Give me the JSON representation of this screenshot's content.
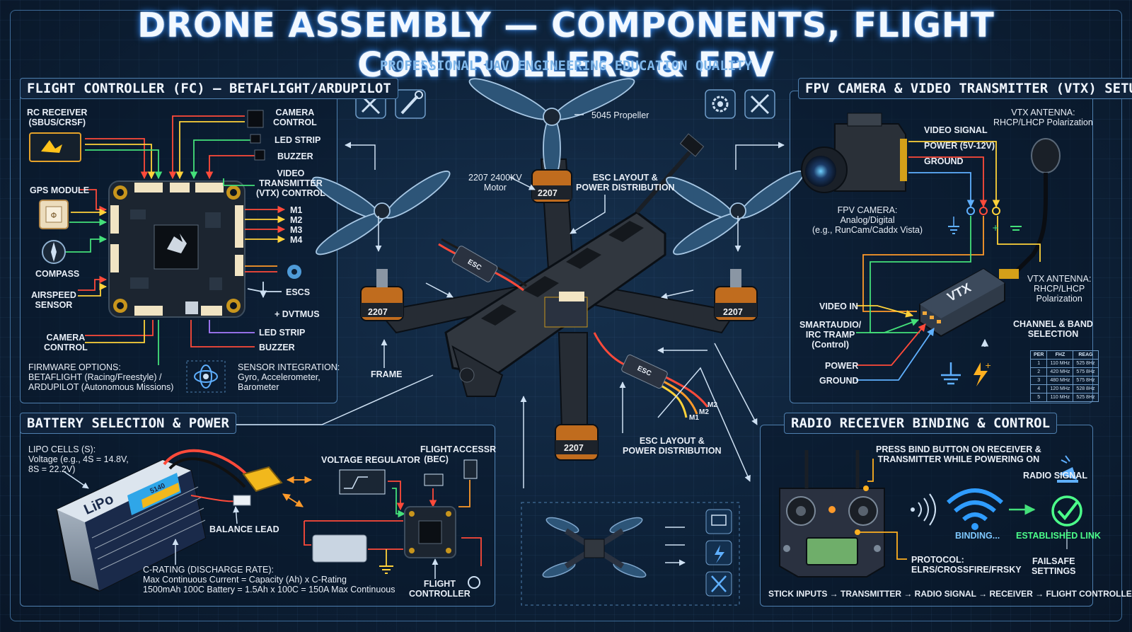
{
  "header": {
    "title": "DRONE ASSEMBLY — COMPONENTS, FLIGHT CONTROLLERS & FPV",
    "subtitle": "PROFESSIONAL UAV ENGINEERING EDUCATION QUALITY"
  },
  "fc_panel": {
    "title": "FLIGHT CONTROLLER (FC) — BETAFLIGHT/ARDUPILOT",
    "rc_receiver": "RC RECEIVER\n(SBUS/CRSF)",
    "gps": "GPS MODULE",
    "compass": "COMPASS",
    "airspeed": "AIRSPEED\nSENSOR",
    "camera_control_left": "CAMERA\nCONTROL",
    "camera_control_top": "CAMERA\nCONTROL",
    "led_strip_top": "LED STRIP",
    "buzzer_top": "BUZZER",
    "vtx_control": "VIDEO\nTRANSMITTER\n(VTX) CONTROL",
    "m1": "M1",
    "m2": "M2",
    "m3": "M3",
    "m4": "M4",
    "escs": "ESCS",
    "dvtmus": "+ DVTMUS",
    "led_strip_bottom": "LED STRIP",
    "buzzer_bottom": "BUZZER",
    "firmware": "FIRMWARE OPTIONS:\nBETAFLIGHT (Racing/Freestyle) /\nARDUPILOT (Autonomous Missions)",
    "sensor_integration": "SENSOR INTEGRATION:\nGyro, Accelerometer,\nBarometer"
  },
  "center": {
    "propeller": "5045 Propeller",
    "motor": "2207 2400KV\nMotor",
    "esc_layout_top": "ESC LAYOUT &\nPOWER DISTRIBUTION",
    "frame": "FRAME",
    "esc_layout_bottom": "ESC LAYOUT &\nPOWER DISTRIBUTION",
    "motor_label": "2207",
    "esc_tag": "ESC",
    "m1": "M1",
    "m2": "M2",
    "m2b": "M2"
  },
  "fpv_panel": {
    "title": "FPV CAMERA & VIDEO TRANSMITTER (VTX) SETUP",
    "vtx_antenna_top": "VTX ANTENNA:\nRHCP/LHCP Polarization",
    "video_signal": "VIDEO SIGNAL",
    "power": "POWER (5V-12V)",
    "ground": "GROUND",
    "fpv_camera": "FPV CAMERA:\nAnalog/Digital\n(e.g., RunCam/Caddx Vista)",
    "vtx_antenna_right": "VTX ANTENNA:\nRHCP/LHCP\nPolarization",
    "video_in": "VIDEO IN",
    "smartaudio": "SMARTAUDIO/\nIRC TRAMP\n(Control)",
    "power2": "POWER",
    "ground2": "GROUND",
    "channel": "CHANNEL & BAND\nSELECTION",
    "vtx_label": "VTX",
    "table_headers": [
      "PER",
      "FHZ",
      "REAG"
    ],
    "table_rows": [
      [
        "1",
        "110 MHz",
        "525 8Hz"
      ],
      [
        "2",
        "420 MHz",
        "575 8Hz"
      ],
      [
        "3",
        "480 MHz",
        "575 8Hz"
      ],
      [
        "4",
        "120 MHz",
        "528 8Hz"
      ],
      [
        "5",
        "110 MHz",
        "525 8Hz"
      ]
    ]
  },
  "battery_panel": {
    "title": "BATTERY SELECTION & POWER",
    "lipo_cells": "LIPO CELLS (S):\nVoltage (e.g., 4S = 14.8V,\n8S = 22.2V)",
    "voltage_regulator": "VOLTAGE REGULATOR",
    "flight_bec": "FLIGHT\n(BEC)",
    "accessr": "ACCESSR",
    "balance_lead": "BALANCE LEAD",
    "c_rating": "C-RATING (DISCHARGE RATE):\nMax Continuous Current = Capacity (Ah) x C-Rating\n1500mAh 100C Battery = 1.5Ah x 100C = 150A Max Continuous",
    "flight_controller": "FLIGHT\nCONTROLLER",
    "lipo_brand": "LiPo",
    "lipo_sticker": "5140"
  },
  "radio_panel": {
    "title": "RADIO RECEIVER BINDING & CONTROL",
    "press_bind": "PRESS BIND BUTTON ON RECEIVER &\nTRANSMITTER WHILE POWERING ON",
    "radio_signal": "RADIO SIGNAL",
    "binding": "BINDING...",
    "established": "ESTABLISHED LINK",
    "protocol": "PROTOCOL:\nELRS/CROSSFIRE/FRSKY",
    "failsafe": "FAILSAFE\nSETTINGS",
    "chain": "STICK INPUTS → TRANSMITTER → RADIO SIGNAL → RECEIVER → FLIGHT CONTROLLER"
  },
  "colors": {
    "background": "#0d2138",
    "panel_border": "#4e7fae",
    "accent_blue": "#2f8cff",
    "wire_red": "#ff4a3a",
    "wire_yellow": "#ffd23a",
    "wire_green": "#44e07a",
    "wire_orange": "#ff9a2a",
    "link_green": "#4cff8a"
  }
}
